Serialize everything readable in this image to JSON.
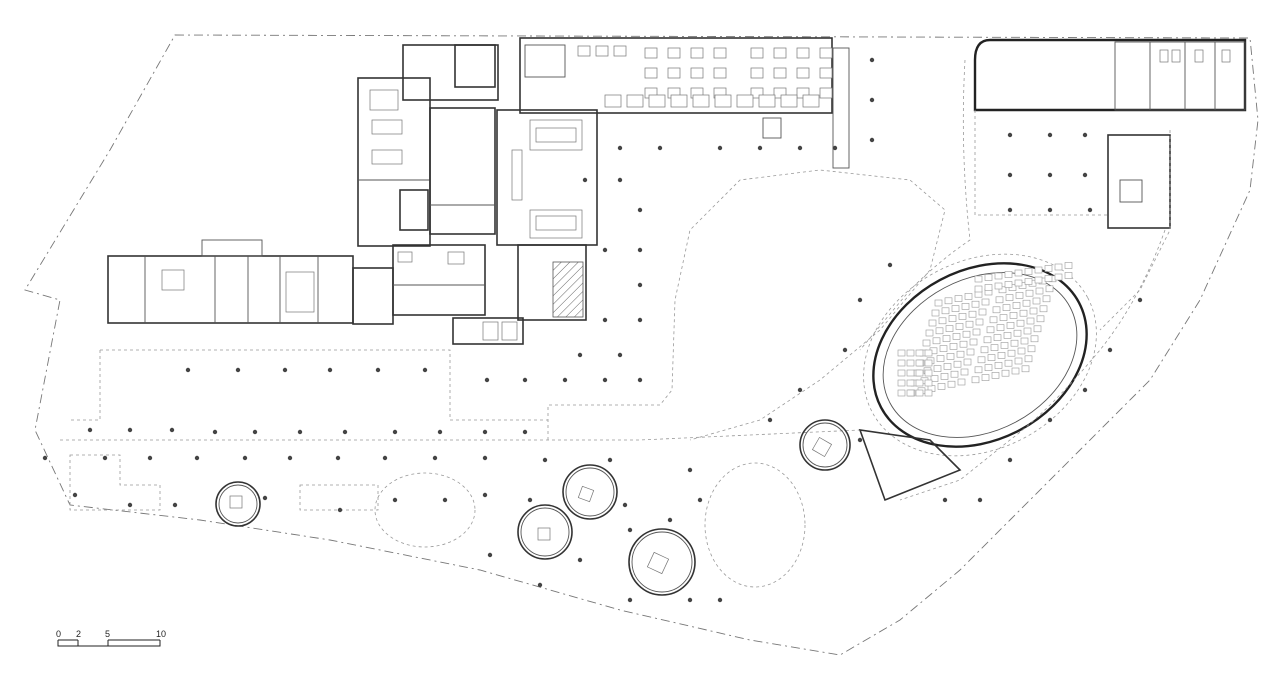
{
  "scale_bar": {
    "ticks": [
      "0",
      "2",
      "5",
      "10"
    ]
  }
}
